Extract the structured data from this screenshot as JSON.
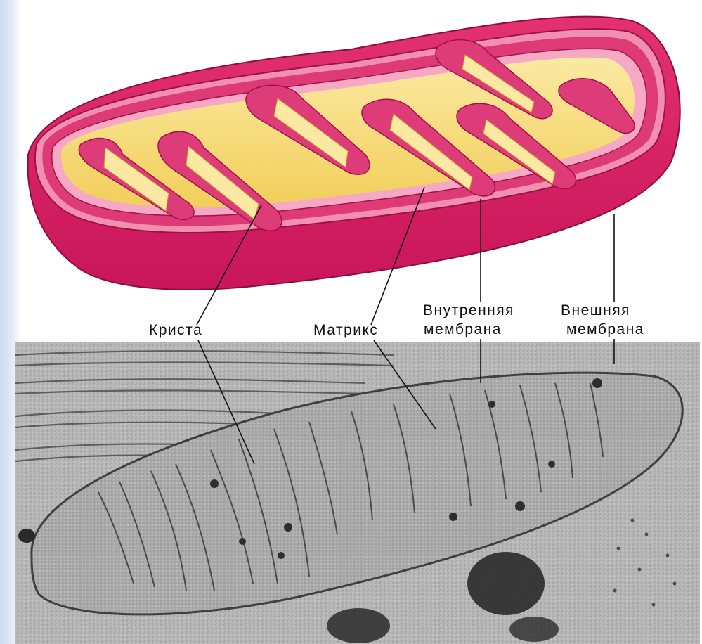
{
  "labels": {
    "crista": "Криста",
    "matrix": "Матрикс",
    "inner_membrane_line1": "Внутренняя",
    "inner_membrane_line2": "мембрана",
    "outer_membrane_line1": "Внешняя",
    "outer_membrane_line2": "мембрана"
  },
  "colors": {
    "outer_membrane": "#d61e62",
    "outer_rim": "#f08fb0",
    "intermembrane": "#e2457e",
    "inner_membrane_pink": "#f6a9c4",
    "matrix_yellow": "#f5d86e",
    "matrix_highlight": "#fbe9a3",
    "micrograph_bg": "#b9b9b9",
    "leader_line": "#111111"
  }
}
